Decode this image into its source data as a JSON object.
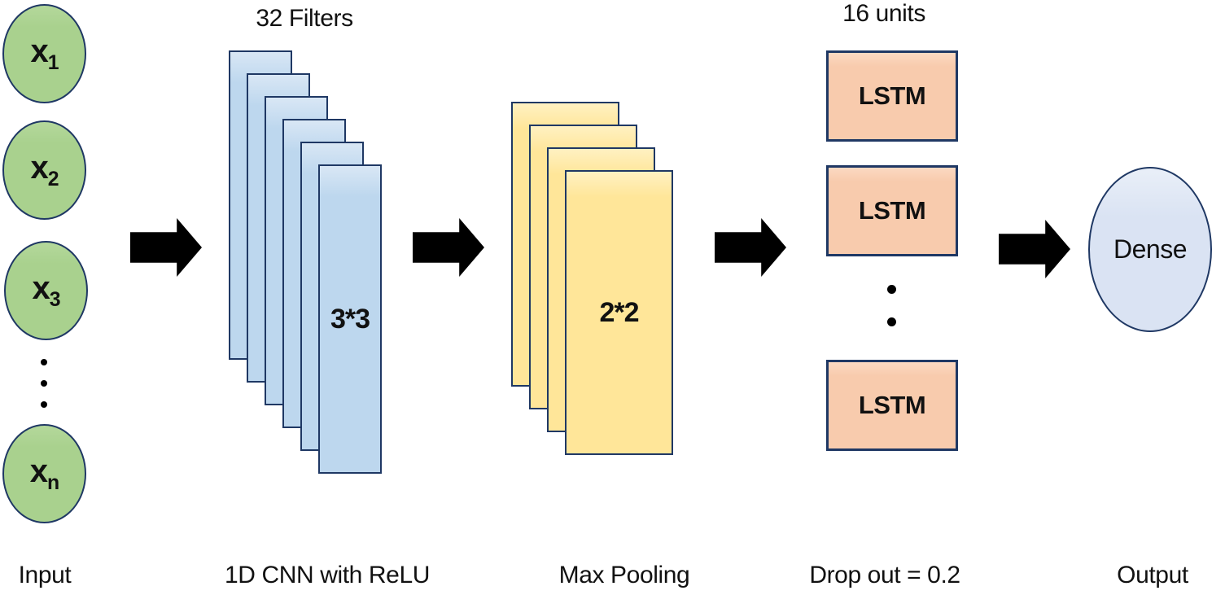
{
  "input": {
    "caption": "Input",
    "nodes": [
      {
        "base": "x",
        "sub": "1"
      },
      {
        "base": "x",
        "sub": "2"
      },
      {
        "base": "x",
        "sub": "3"
      },
      {
        "base": "x",
        "sub": "n"
      }
    ]
  },
  "cnn": {
    "title": "32 Filters",
    "kernel_label": "3*3",
    "caption": "1D CNN with ReLU",
    "panel_count": 6
  },
  "pooling": {
    "kernel_label": "2*2",
    "caption": "Max Pooling",
    "panel_count": 4
  },
  "lstm": {
    "title": "16 units",
    "blocks": [
      "LSTM",
      "LSTM",
      "LSTM"
    ],
    "caption": "Drop out = 0.2"
  },
  "output": {
    "label": "Dense",
    "caption": "Output"
  },
  "colors": {
    "input_fill": "#a9d18e",
    "cnn_fill": "#bdd7ee",
    "pooling_fill": "#ffe699",
    "lstm_fill": "#f8cbad",
    "output_fill": "#dae3f3",
    "stroke": "#1f3864",
    "arrow": "#000000",
    "text": "#111111"
  }
}
